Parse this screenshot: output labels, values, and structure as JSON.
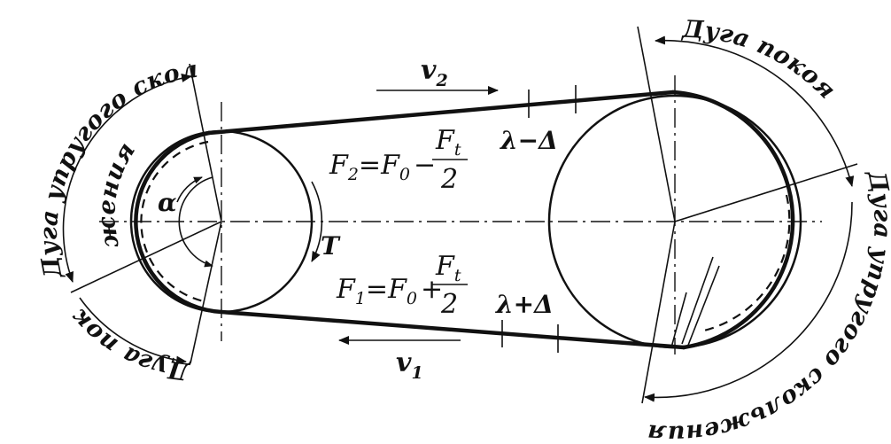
{
  "arcs": {
    "left_slip_line1": "Дуга упругого сколь-",
    "left_slip_line2": "жения",
    "left_rest": "Дуга покоя",
    "right_rest": "Дуга покоя",
    "right_slip": "Дуга упругого скольжения"
  },
  "velocities": {
    "upper": "v",
    "upper_sub": "2",
    "lower": "v",
    "lower_sub": "1"
  },
  "formulas": {
    "upper": {
      "F": "F",
      "F_sub": "2",
      "eq": "=",
      "F0": "F",
      "F0_sub": "0",
      "op": "−",
      "Ft": "F",
      "Ft_sub": "t",
      "den": "2"
    },
    "lower": {
      "F": "F",
      "F_sub": "1",
      "eq": "=",
      "F0": "F",
      "F0_sub": "0",
      "op": "+",
      "Ft": "F",
      "Ft_sub": "t",
      "den": "2"
    }
  },
  "markers": {
    "upper": "λ−Δ",
    "lower": "λ+Δ"
  },
  "symbols": {
    "torque": "T",
    "angle": "α"
  }
}
